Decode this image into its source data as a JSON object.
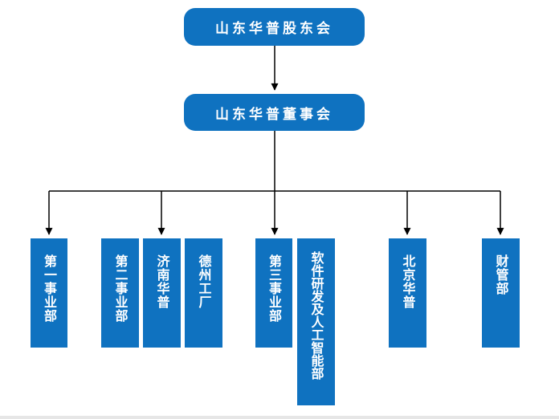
{
  "org": {
    "shareholders": "山东华普股东会",
    "board": "山东华普董事会",
    "departments": [
      {
        "label": "第一事业部"
      },
      {
        "label": "第二事业部"
      },
      {
        "label": "济南华普"
      },
      {
        "label": "德州工厂"
      },
      {
        "label": "第三事业部"
      },
      {
        "label": "软件研发及人工智能部"
      },
      {
        "label": "北京华普"
      },
      {
        "label": "财管部"
      }
    ]
  },
  "colors": {
    "box": "#0f72c0",
    "text": "#ffffff",
    "line": "#000000"
  }
}
